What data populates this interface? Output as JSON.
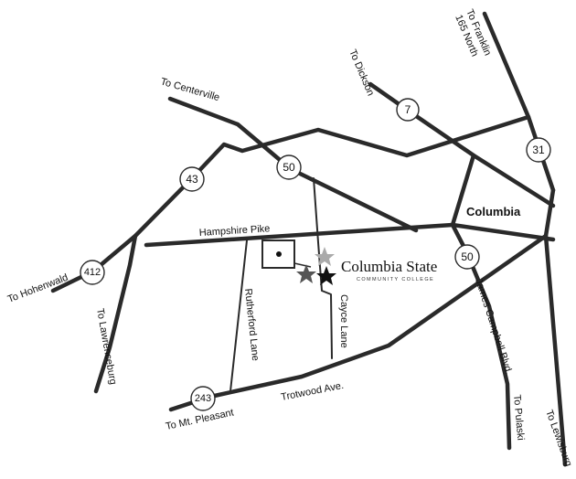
{
  "map": {
    "city": "Columbia",
    "roads": {
      "hampshire_pike": "Hampshire Pike",
      "trotwood": "Trotwood Ave.",
      "rutherford": "Rutherford Lane",
      "cayce": "Cayce Lane",
      "james_campbell": "James Campbell Blvd."
    },
    "destinations": {
      "franklin_1": "To Franklin",
      "franklin_2": "165 North",
      "dickson": "To Dickson",
      "centerville": "To Centerville",
      "hohenwald": "To Hohenwald",
      "lawrenceburg": "To Lawrenceburg",
      "mt_pleasant": "To Mt. Pleasant",
      "pulaski": "To Pulaski",
      "lewisburg": "To Lewisburg"
    },
    "shields": {
      "r7": "7",
      "r31": "31",
      "r50a": "50",
      "r50b": "50",
      "r43": "43",
      "r412": "412",
      "r243": "243"
    },
    "logo": {
      "name": "Columbia State",
      "subtitle": "COMMUNITY COLLEGE"
    },
    "colors": {
      "road": "#2a2a2a",
      "star_dark": "#111111",
      "star_mid": "#555555",
      "star_light": "#aaaaaa"
    }
  }
}
